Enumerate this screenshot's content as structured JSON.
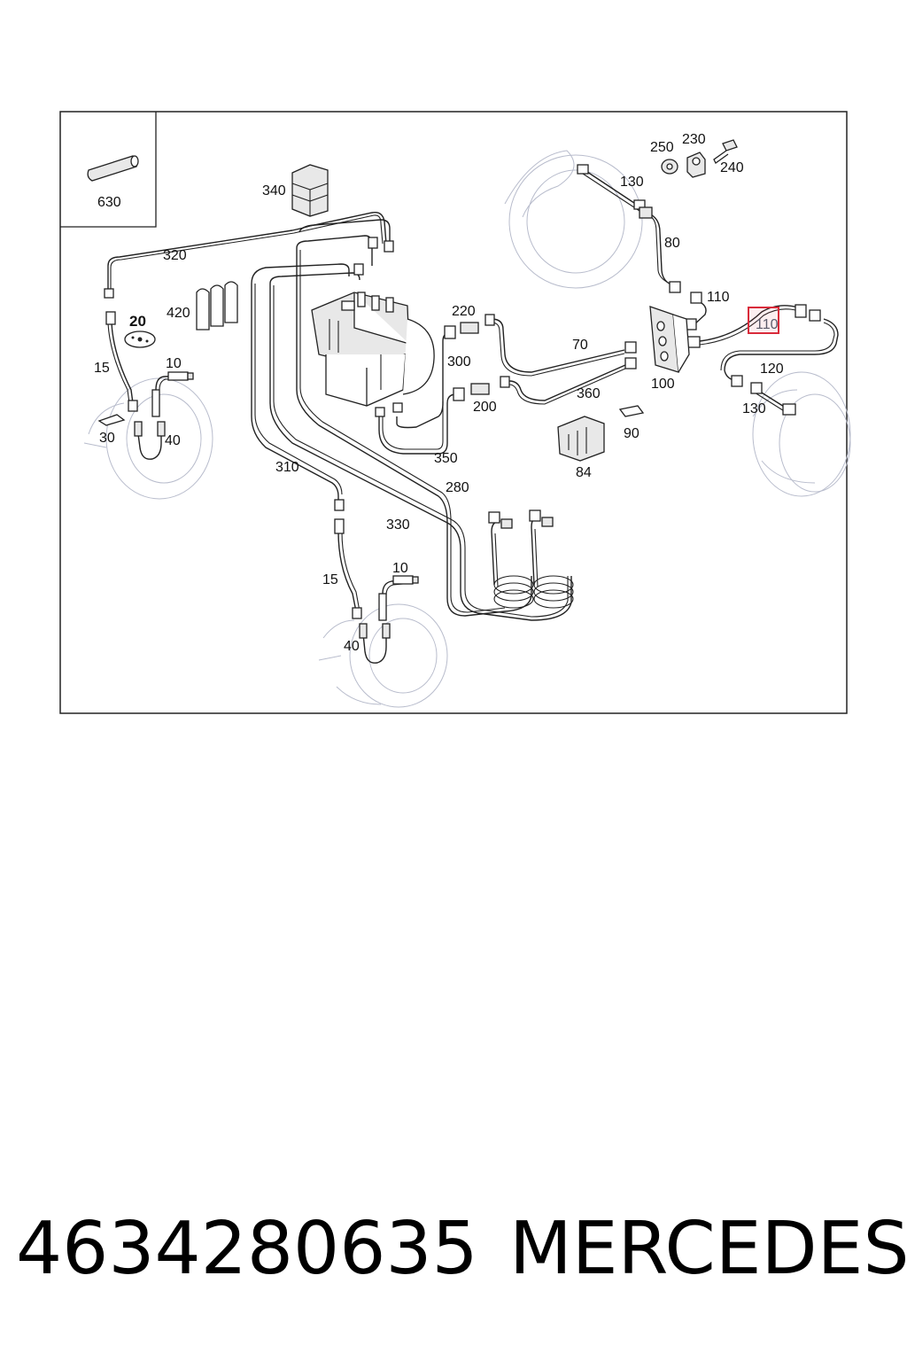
{
  "diagram": {
    "callouts": {
      "c630": "630",
      "c340": "340",
      "c320": "320",
      "c420": "420",
      "c20": "20",
      "c15a": "15",
      "c10a": "10",
      "c30": "30",
      "c40a": "40",
      "c310": "310",
      "c330": "330",
      "c280": "280",
      "c15b": "15",
      "c10b": "10",
      "c40b": "40",
      "c220": "220",
      "c300": "300",
      "c200": "200",
      "c350": "350",
      "c70": "70",
      "c360": "360",
      "c100": "100",
      "c84": "84",
      "c90": "90",
      "c250": "250",
      "c230": "230",
      "c240": "240",
      "c130a": "130",
      "c80": "80",
      "c110a": "110",
      "c110b": "110",
      "c120": "120",
      "c130b": "130"
    },
    "highlight_color": "#d92b3a"
  },
  "caption": {
    "part_number": "4634280635",
    "brand": "MERCEDES"
  }
}
